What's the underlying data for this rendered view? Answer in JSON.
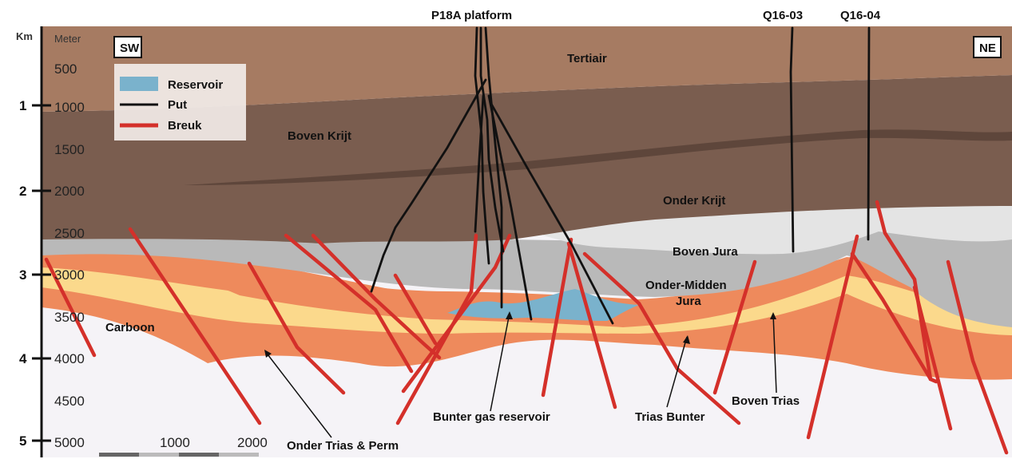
{
  "top_labels": {
    "platform": "P18A platform",
    "well_q1603": "Q16-03",
    "well_q1604": "Q16-04"
  },
  "axis": {
    "km_unit": "Km",
    "m_unit": "Meter",
    "km_ticks": [
      "1",
      "2",
      "3",
      "4",
      "5"
    ],
    "m_ticks": [
      "500",
      "1000",
      "1500",
      "2000",
      "2500",
      "3000",
      "3500",
      "4000",
      "4500",
      "5000"
    ]
  },
  "orientation": {
    "left": "SW",
    "right": "NE"
  },
  "legend": {
    "reservoir": "Reservoir",
    "well": "Put",
    "fault": "Breuk"
  },
  "layers": {
    "tertiair": "Tertiair",
    "boven_krijt": "Boven Krijt",
    "onder_krijt": "Onder Krijt",
    "boven_jura": "Boven Jura",
    "onder_midden_jura_1": "Onder-Midden",
    "onder_midden_jura_2": "Jura",
    "carboon": "Carboon"
  },
  "annotations": {
    "bunter_gas": "Bunter gas reservoir",
    "trias_bunter": "Trias Bunter",
    "boven_trias": "Boven Trias",
    "onder_trias_perm": "Onder Trias & Perm"
  },
  "scale_bar": {
    "label_1": "1000",
    "label_2": "2000"
  },
  "colors": {
    "tertiair": "#a67b62",
    "krijt": "#7a5d4f",
    "boven_jura": "#e4e4e4",
    "jura": "#b9b9b9",
    "trias_orange": "#ee8a5c",
    "trias_yellow": "#fbd98c",
    "carboon": "#f5f3f7",
    "reservoir": "#7ab2cc",
    "fault": "#d4302a",
    "well": "#111111"
  }
}
